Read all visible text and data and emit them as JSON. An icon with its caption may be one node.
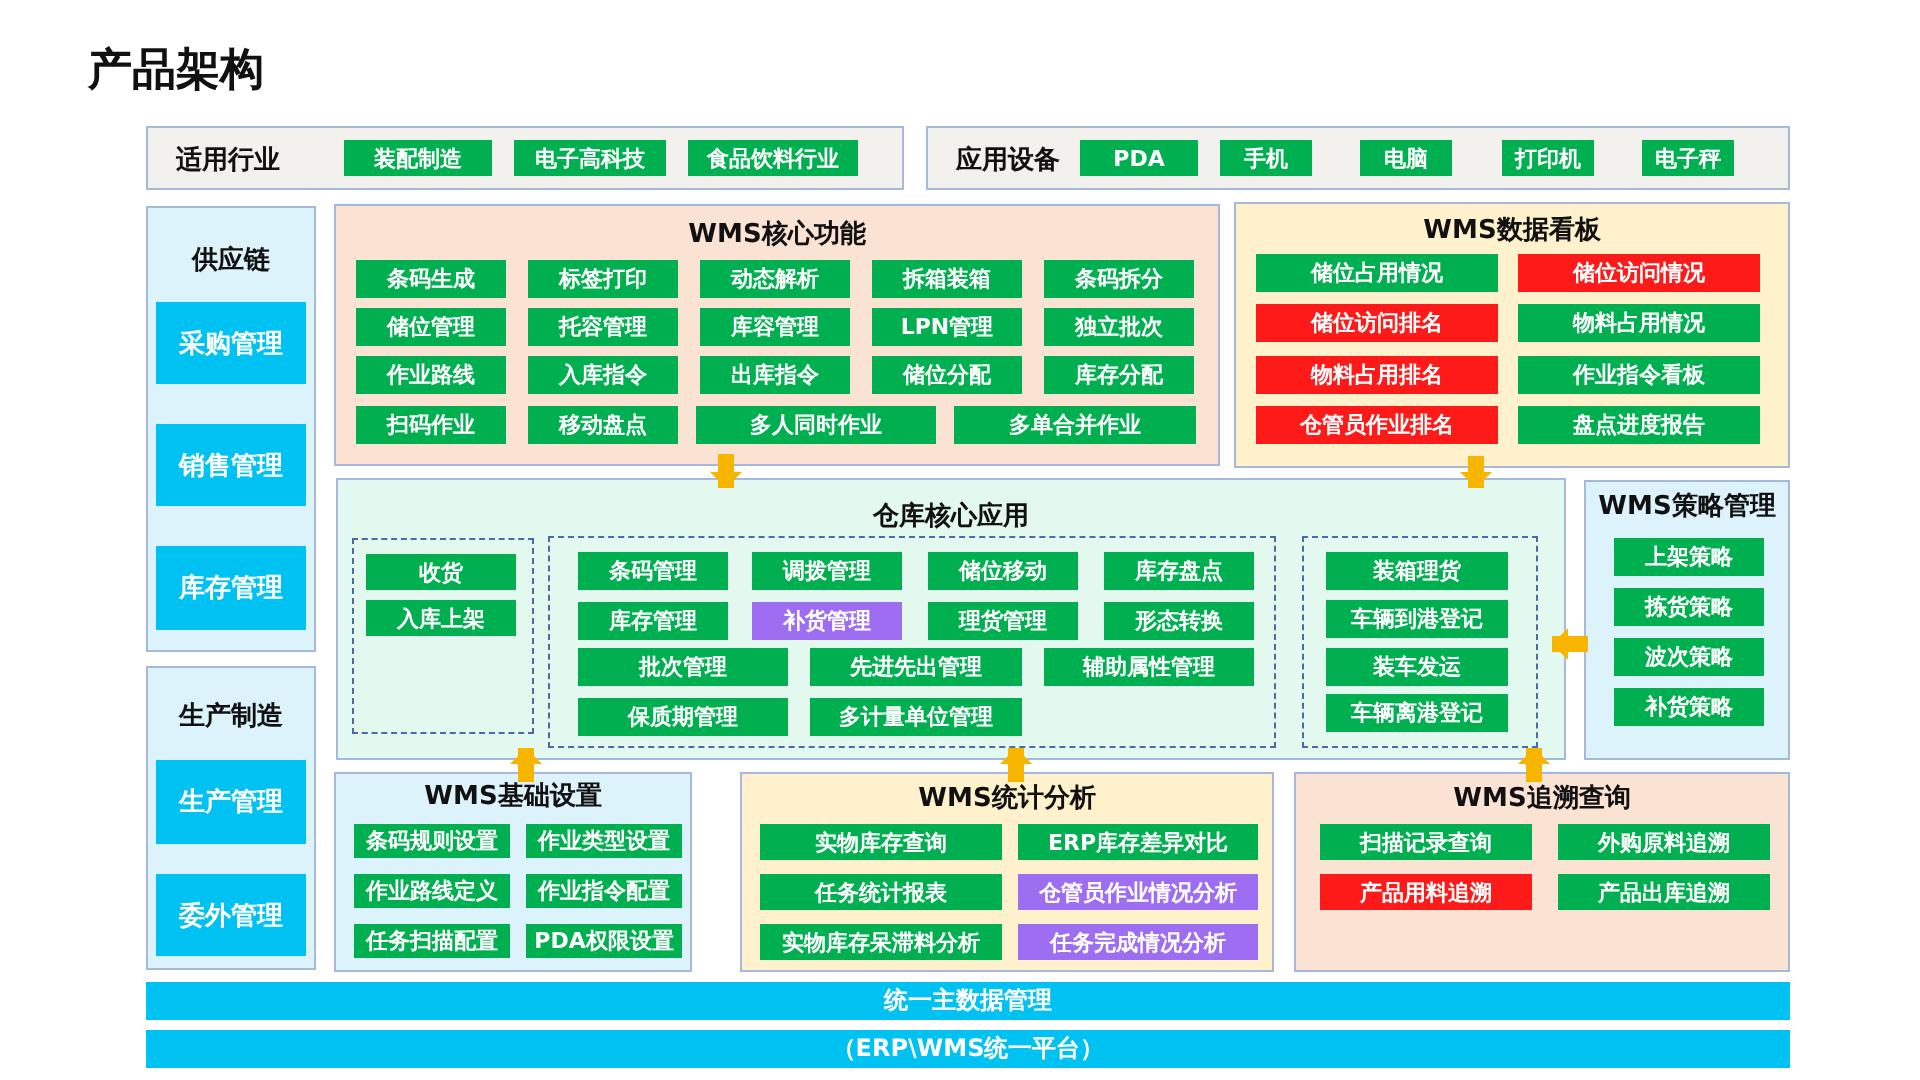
{
  "diagram": {
    "title": "产品架构",
    "nodes": [
      {
        "text": [
          "适用行业"
        ]
      },
      {
        "text": [
          "装配制造"
        ],
        "in": 0
      },
      {
        "text": [
          "电子高科技"
        ],
        "in": 0
      },
      {
        "text": [
          "食品饮料行业"
        ],
        "in": 0
      },
      {
        "text": [
          "应用设备"
        ]
      },
      {
        "text": [
          "PDA"
        ],
        "in": 4
      },
      {
        "text": [
          "手机"
        ],
        "in": 4
      },
      {
        "text": [
          "电脑"
        ],
        "in": 4
      },
      {
        "text": [
          "打印机"
        ],
        "in": 4
      },
      {
        "text": [
          "电子秤"
        ],
        "in": 4
      },
      {
        "text": [
          "供应链"
        ]
      },
      {
        "text": [
          "采购管理"
        ],
        "in": 10
      },
      {
        "text": [
          "销售管理"
        ],
        "in": 10
      },
      {
        "text": [
          "库存管理"
        ],
        "in": 10
      },
      {
        "text": [
          "生产制造"
        ]
      },
      {
        "text": [
          "生产管理"
        ],
        "in": 14
      },
      {
        "text": [
          "委外管理"
        ],
        "in": 14
      },
      {
        "text": [
          "WMS核心功能"
        ]
      },
      {
        "text": [
          "条码生成"
        ],
        "in": 17
      },
      {
        "text": [
          "标签打印"
        ],
        "in": 17
      },
      {
        "text": [
          "动态解析"
        ],
        "in": 17
      },
      {
        "text": [
          "拆箱装箱"
        ],
        "in": 17
      },
      {
        "text": [
          "条码拆分"
        ],
        "in": 17
      },
      {
        "text": [
          "储位管理"
        ],
        "in": 17
      },
      {
        "text": [
          "托容管理"
        ],
        "in": 17
      },
      {
        "text": [
          "库容管理"
        ],
        "in": 17
      },
      {
        "text": [
          "LPN管理"
        ],
        "in": 17
      },
      {
        "text": [
          "独立批次"
        ],
        "in": 17
      },
      {
        "text": [
          "作业路线"
        ],
        "in": 17
      },
      {
        "text": [
          "入库指令"
        ],
        "in": 17
      },
      {
        "text": [
          "出库指令"
        ],
        "in": 17
      },
      {
        "text": [
          "储位分配"
        ],
        "in": 17
      },
      {
        "text": [
          "库存分配"
        ],
        "in": 17
      },
      {
        "text": [
          "扫码作业"
        ],
        "in": 17
      },
      {
        "text": [
          "移动盘点"
        ],
        "in": 17
      },
      {
        "text": [
          "多人同时作业"
        ],
        "in": 17
      },
      {
        "text": [
          "多单合并作业"
        ],
        "in": 17
      },
      {
        "text": [
          "WMS数据看板"
        ]
      },
      {
        "text": [
          "储位占用情况"
        ],
        "in": 37
      },
      {
        "text": [
          "储位访问情况"
        ],
        "in": 37
      },
      {
        "text": [
          "储位访问排名"
        ],
        "in": 37
      },
      {
        "text": [
          "物料占用情况"
        ],
        "in": 37
      },
      {
        "text": [
          "物料占用排名"
        ],
        "in": 37
      },
      {
        "text": [
          "作业指令看板"
        ],
        "in": 37
      },
      {
        "text": [
          "仓管员作业排名"
        ],
        "in": 37
      },
      {
        "text": [
          "盘点进度报告"
        ],
        "in": 37
      },
      {
        "text": [
          "仓库核心应用"
        ]
      },
      {
        "text": [],
        "shape": "box",
        "in": 46
      },
      {
        "text": [
          "收货"
        ],
        "in": 47
      },
      {
        "text": [
          "入库上架"
        ],
        "in": 47
      },
      {
        "text": [],
        "shape": "box",
        "in": 46
      },
      {
        "text": [
          "条码管理"
        ],
        "in": 50
      },
      {
        "text": [
          "调拨管理"
        ],
        "in": 50
      },
      {
        "text": [
          "储位移动"
        ],
        "in": 50
      },
      {
        "text": [
          "库存盘点"
        ],
        "in": 50
      },
      {
        "text": [
          "库存管理"
        ],
        "in": 50
      },
      {
        "text": [
          "补货管理"
        ],
        "in": 50
      },
      {
        "text": [
          "理货管理"
        ],
        "in": 50
      },
      {
        "text": [
          "形态转换"
        ],
        "in": 50
      },
      {
        "text": [
          "批次管理"
        ],
        "in": 50
      },
      {
        "text": [
          "先进先出管理"
        ],
        "in": 50
      },
      {
        "text": [
          "辅助属性管理"
        ],
        "in": 50
      },
      {
        "text": [
          "保质期管理"
        ],
        "in": 50
      },
      {
        "text": [
          "多计量单位管理"
        ],
        "in": 50
      },
      {
        "text": [],
        "shape": "box",
        "in": 46
      },
      {
        "text": [
          "装箱理货"
        ],
        "in": 64
      },
      {
        "text": [
          "车辆到港登记"
        ],
        "in": 64
      },
      {
        "text": [
          "装车发运"
        ],
        "in": 64
      },
      {
        "text": [
          "车辆离港登记"
        ],
        "in": 64
      },
      {
        "text": [
          "WMS策略管理"
        ]
      },
      {
        "text": [
          "上架策略"
        ],
        "in": 69
      },
      {
        "text": [
          "拣货策略"
        ],
        "in": 69
      },
      {
        "text": [
          "波次策略"
        ],
        "in": 69
      },
      {
        "text": [
          "补货策略"
        ],
        "in": 69
      },
      {
        "text": [
          "WMS基础设置"
        ]
      },
      {
        "text": [
          "条码规则设置"
        ],
        "in": 74
      },
      {
        "text": [
          "作业类型设置"
        ],
        "in": 74
      },
      {
        "text": [
          "作业路线定义"
        ],
        "in": 74
      },
      {
        "text": [
          "作业指令配置"
        ],
        "in": 74
      },
      {
        "text": [
          "任务扫描配置"
        ],
        "in": 74
      },
      {
        "text": [
          "PDA权限设置"
        ],
        "in": 74
      },
      {
        "text": [
          "WMS统计分析"
        ]
      },
      {
        "text": [
          "实物库存查询"
        ],
        "in": 81
      },
      {
        "text": [
          "ERP库存差异对比"
        ],
        "in": 81
      },
      {
        "text": [
          "任务统计报表"
        ],
        "in": 81
      },
      {
        "text": [
          "仓管员作业情况分析"
        ],
        "in": 81
      },
      {
        "text": [
          "实物库存呆滞料分析"
        ],
        "in": 81
      },
      {
        "text": [
          "任务完成情况分析"
        ],
        "in": 81
      },
      {
        "text": [
          "WMS追溯查询"
        ]
      },
      {
        "text": [
          "扫描记录查询"
        ],
        "in": 88
      },
      {
        "text": [
          "外购原料追溯"
        ],
        "in": 88
      },
      {
        "text": [
          "产品用料追溯"
        ],
        "in": 88
      },
      {
        "text": [
          "产品出库追溯"
        ],
        "in": 88
      },
      {
        "text": [
          "统一主数据管理"
        ]
      },
      {
        "text": [
          "（ERP\\WMS统一平台）"
        ]
      }
    ],
    "edges": [
      {
        "from": 17,
        "to": 46,
        "arrow": "to"
      },
      {
        "from": 37,
        "to": 46,
        "arrow": "to"
      },
      {
        "from": 69,
        "to": 46,
        "arrow": "to"
      },
      {
        "from": 74,
        "to": 46,
        "arrow": "to"
      },
      {
        "from": 81,
        "to": 46,
        "arrow": "to"
      },
      {
        "from": 88,
        "to": 46,
        "arrow": "to"
      }
    ]
  }
}
